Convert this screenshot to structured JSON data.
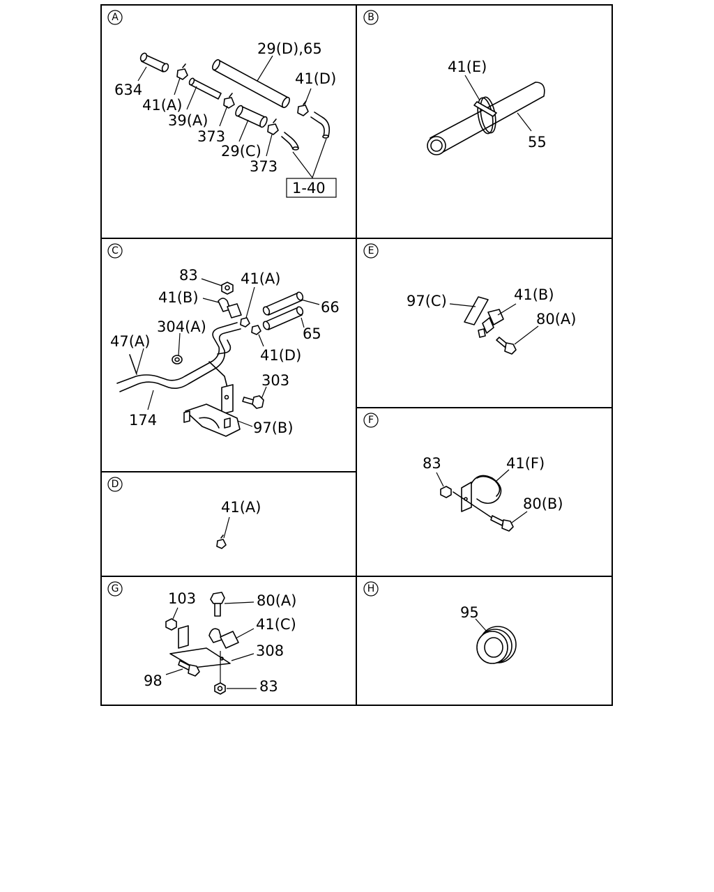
{
  "panels": {
    "A": {
      "tag": "A",
      "labels": {
        "l634": "634",
        "l41a": "41(A)",
        "l39a": "39(A)",
        "l373a": "373",
        "l29c": "29(C)",
        "l373b": "373",
        "l29d65": "29(D),65",
        "l41d": "41(D)",
        "l140": "1-40"
      }
    },
    "B": {
      "tag": "B",
      "labels": {
        "l41e": "41(E)",
        "l55": "55"
      }
    },
    "C": {
      "tag": "C",
      "labels": {
        "l83": "83",
        "l41b": "41(B)",
        "l41a": "41(A)",
        "l66": "66",
        "l304a": "304(A)",
        "l47a": "47(A)",
        "l65": "65",
        "l41d": "41(D)",
        "l303": "303",
        "l174": "174",
        "l97b": "97(B)"
      }
    },
    "D": {
      "tag": "D",
      "labels": {
        "l41a": "41(A)"
      }
    },
    "E": {
      "tag": "E",
      "labels": {
        "l97c": "97(C)",
        "l41b": "41(B)",
        "l80a": "80(A)"
      }
    },
    "F": {
      "tag": "F",
      "labels": {
        "l83": "83",
        "l41f": "41(F)",
        "l80b": "80(B)"
      }
    },
    "G": {
      "tag": "G",
      "labels": {
        "l103": "103",
        "l80a": "80(A)",
        "l41c": "41(C)",
        "l308": "308",
        "l98": "98",
        "l83": "83"
      }
    },
    "H": {
      "tag": "H",
      "labels": {
        "l95": "95"
      }
    }
  }
}
